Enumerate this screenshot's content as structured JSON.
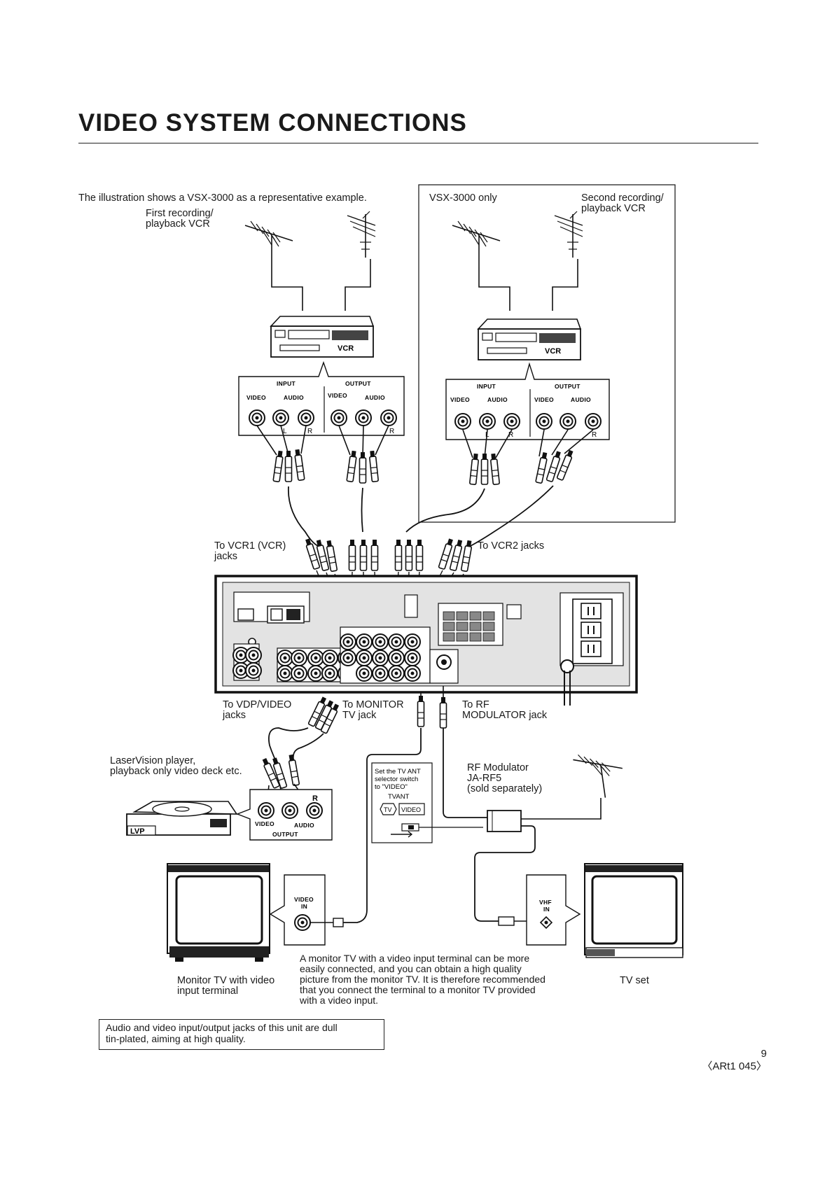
{
  "page": {
    "title": "VIDEO SYSTEM CONNECTIONS",
    "intro": "The illustration shows a VSX-3000 as a representative example.",
    "page_number": "9",
    "doc_code": "〈ARt1 045〉"
  },
  "labels": {
    "first_vcr": "First recording/\nplayback VCR",
    "vsx3000_only": "VSX-3000 only",
    "second_vcr": "Second recording/\nplayback VCR",
    "to_vcr1": "To VCR1 (VCR)\njacks",
    "to_vcr2": "To VCR2 jacks",
    "to_vdp": "To VDP/VIDEO\njacks",
    "to_monitor": "To MONITOR\nTV jack",
    "to_rf": "To RF\nMODULATOR jack",
    "laservision": "LaserVision player,\nplayback only video deck etc.",
    "rf_modulator": "RF Modulator\nJA-RF5\n(sold separately)",
    "tv_ant_note": "Set the TV ANT\nselector switch\nto \"VIDEO\"",
    "tvant": "TVANT",
    "tv_btn": "TV",
    "video_btn": "VIDEO",
    "monitor_tv": "Monitor TV with video\ninput terminal",
    "tv_set": "TV set",
    "monitor_note": "A monitor TV with a video input terminal can be more\neasily connected, and you can obtain a high quality\npicture from the  monitor TV. It is therefore recommended\nthat you connect the terminal to a monitor TV provided\nwith a video input.",
    "tin_note": "Audio and video input/output jacks of this unit are dull\ntin-plated, aiming at high quality."
  },
  "device_text": {
    "vcr": "VCR",
    "lvp": "LVP",
    "input": "INPUT",
    "output": "OUTPUT",
    "video": "VIDEO",
    "audio": "AUDIO",
    "l": "L",
    "r": "R",
    "video_in": "VIDEO\nIN",
    "vhf_in": "VHF\nIN"
  },
  "colors": {
    "ink": "#1a1a1a",
    "paper": "#ffffff",
    "panel": "#d9d9d9"
  }
}
